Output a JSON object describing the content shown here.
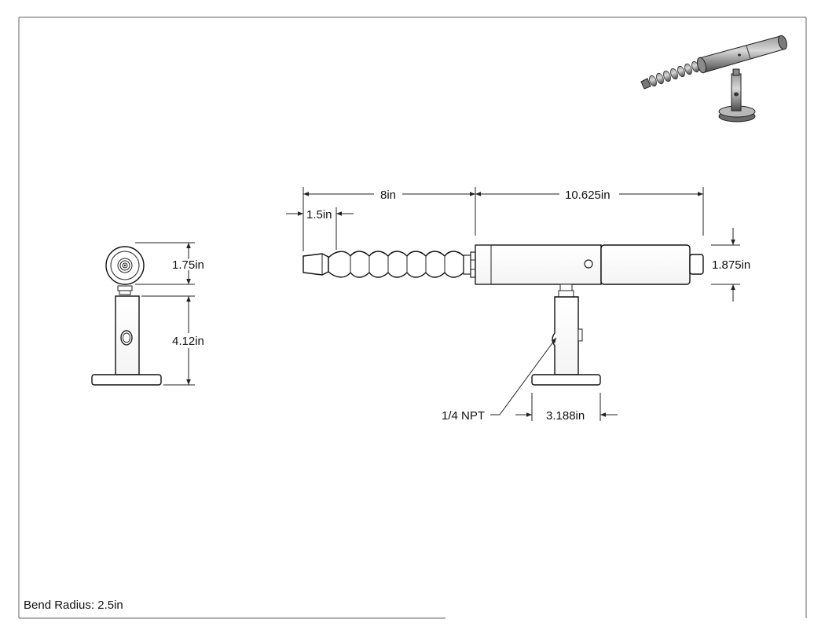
{
  "drawing": {
    "dimensions": {
      "side_diameter": "1.75in",
      "side_height": "4.12in",
      "flex_length": "8in",
      "nozzle_length": "1.5in",
      "body_length": "10.625in",
      "body_diameter": "1.875in",
      "base_offset": "3.188in"
    },
    "callouts": {
      "thread": "1/4 NPT"
    },
    "note": "Bend Radius: 2.5in"
  }
}
